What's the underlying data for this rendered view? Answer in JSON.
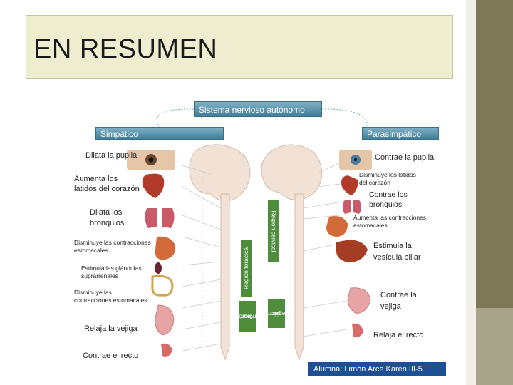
{
  "slide": {
    "title": "EN RESUMEN",
    "footer": "Alumna: Limón Arce Karen III-5"
  },
  "diagram": {
    "root": "Sistema nervioso autónomo",
    "sympathetic": {
      "label": "Simpático",
      "effects": [
        "Dilata la pupila",
        "Aumenta los",
        "latidos del corazón",
        "Dilata los",
        "bronquios",
        "Disminuye las contracciones",
        "estomacales",
        "Estimula las glándulas",
        "suprarrenales",
        "Disminuye las",
        "contracciones estomacales",
        "Relaja la vejiga",
        "Contrae el recto"
      ]
    },
    "parasympathetic": {
      "label": "Parasimpático",
      "effects": [
        "Contrae la pupila",
        "Disminuye los latidos",
        "del corazón",
        "Contrae  los",
        "bronquios",
        "Aumenta las contracciones",
        "estomacales",
        "Estimula la",
        "vesícula biliar",
        "Contrae la",
        "vejiga",
        "Relaja el recto"
      ]
    },
    "regions": {
      "cervical": "Región cervical",
      "toracica": "Región torácica",
      "lumbar_1": "Región",
      "lumbar_2": "lumbar",
      "sacra_1": "Región",
      "sacra_2": "sacra"
    }
  },
  "colors": {
    "header_blue": "#3f7e98",
    "region_green": "#4e8d3c",
    "footer_blue": "#1d4f94",
    "title_bg": "#efedd0",
    "side_band": "#7d7858"
  }
}
